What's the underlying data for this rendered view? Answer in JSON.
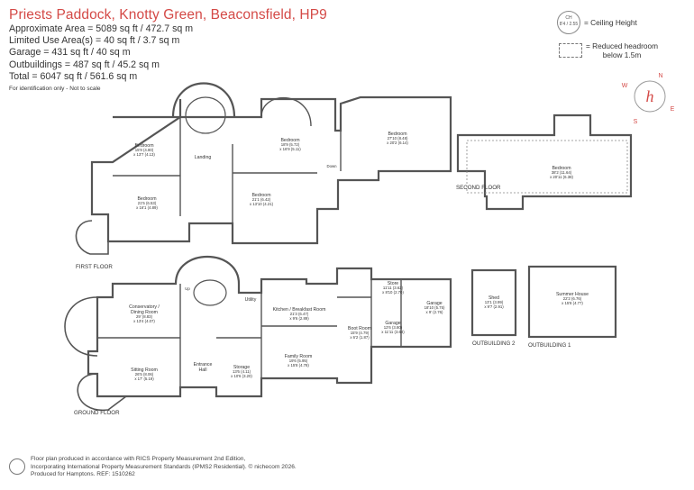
{
  "header": {
    "title": "Priests Paddock, Knotty Green, Beaconsfield, HP9",
    "areas": [
      "Approximate Area = 5089 sq ft / 472.7 sq m",
      "Limited Use Area(s) = 40 sq ft / 3.7 sq m",
      "Garage = 431 sq ft / 40 sq m",
      "Outbuildings = 487 sq ft / 45.2 sq m",
      "Total = 6047 sq ft / 561.6 sq m"
    ],
    "note": "For identification only - Not to scale"
  },
  "legend": {
    "ch_top": "CH",
    "ch_value": "8'4 / 2.55",
    "ceiling_label": "= Ceiling Height",
    "reduced_line1": "= Reduced headroom",
    "reduced_line2": "below 1.5m"
  },
  "compass": {
    "n": "N",
    "e": "E",
    "s": "S",
    "w": "W",
    "logo": "h"
  },
  "floors": {
    "first": "FIRST FLOOR",
    "second": "SECOND FLOOR",
    "ground": "GROUND FLOOR",
    "outbuilding1": "OUTBUILDING 1",
    "outbuilding2": "OUTBUILDING 2"
  },
  "rooms": {
    "bed1": {
      "name": "Bedroom",
      "d1": "15'9 (4.80)",
      "d2": "x 13'7 (4.13)"
    },
    "bed2": {
      "name": "Bedroom",
      "d1": "18'9 (5.72)",
      "d2": "x 16'9 (5.11)"
    },
    "bed3": {
      "name": "Bedroom",
      "d1": "27'10 (8.48)",
      "d2": "x 20'2 (6.14)"
    },
    "bed4": {
      "name": "Bedroom",
      "d1": "21'5 (6.53)",
      "d2": "x 16'1 (4.89)"
    },
    "bed5": {
      "name": "Bedroom",
      "d1": "21'1 (6.42)",
      "d2": "x 13'10 (4.21)"
    },
    "bed6": {
      "name": "Bedroom",
      "d1": "38'2 (11.64)",
      "d2": "x 20'11 (6.38)"
    },
    "landing": {
      "name": "Landing"
    },
    "down": {
      "name": "Down"
    },
    "up": {
      "name": "Up"
    },
    "conservatory": {
      "name": "Conservatory /",
      "name2": "Dining Room",
      "d1": "29' (8.83)",
      "d2": "x 13'4 (4.07)"
    },
    "sitting": {
      "name": "Sitting Room",
      "d1": "26'5 (8.06)",
      "d2": "x 17' (5.19)"
    },
    "hall": {
      "name": "Entrance",
      "name2": "Hall"
    },
    "storage": {
      "name": "Storage",
      "d1": "13'6 (4.11)",
      "d2": "x 10'6 (3.20)"
    },
    "utility": {
      "name": "Utility"
    },
    "kitchen": {
      "name": "Kitchen / Breakfast Room",
      "d1": "21'3 (6.47)",
      "d2": "x 9'6 (2.89)"
    },
    "family": {
      "name": "Family Room",
      "d1": "19'6 (5.95)",
      "d2": "x 15'8 (4.78)"
    },
    "boot": {
      "name": "Boot Room",
      "d1": "15'9 (4.79)",
      "d2": "x 6'2 (1.87)"
    },
    "store": {
      "name": "Store",
      "d1": "11'11 (3.62)",
      "d2": "x 8'10 (2.70)"
    },
    "garage1": {
      "name": "Garage",
      "d1": "18'10 (5.75)",
      "d2": "x 9' (2.76)"
    },
    "garage2": {
      "name": "Garage",
      "d1": "12'6 (3.80)",
      "d2": "x 11'11 (3.64)"
    },
    "shed": {
      "name": "Shed",
      "d1": "13'1 (3.99)",
      "d2": "x 9'7 (2.91)"
    },
    "summer": {
      "name": "Summer House",
      "d1": "22'2 (6.76)",
      "d2": "x 15'8 (4.77)"
    }
  },
  "footer": {
    "line1": "Floor plan produced in accordance with RICS Property Measurement 2nd Edition,",
    "line2": "Incorporating International Property Measurement Standards (IPMS2 Residential). © nichecom 2026.",
    "line3": "Produced for Hamptons.  REF: 1510262"
  }
}
